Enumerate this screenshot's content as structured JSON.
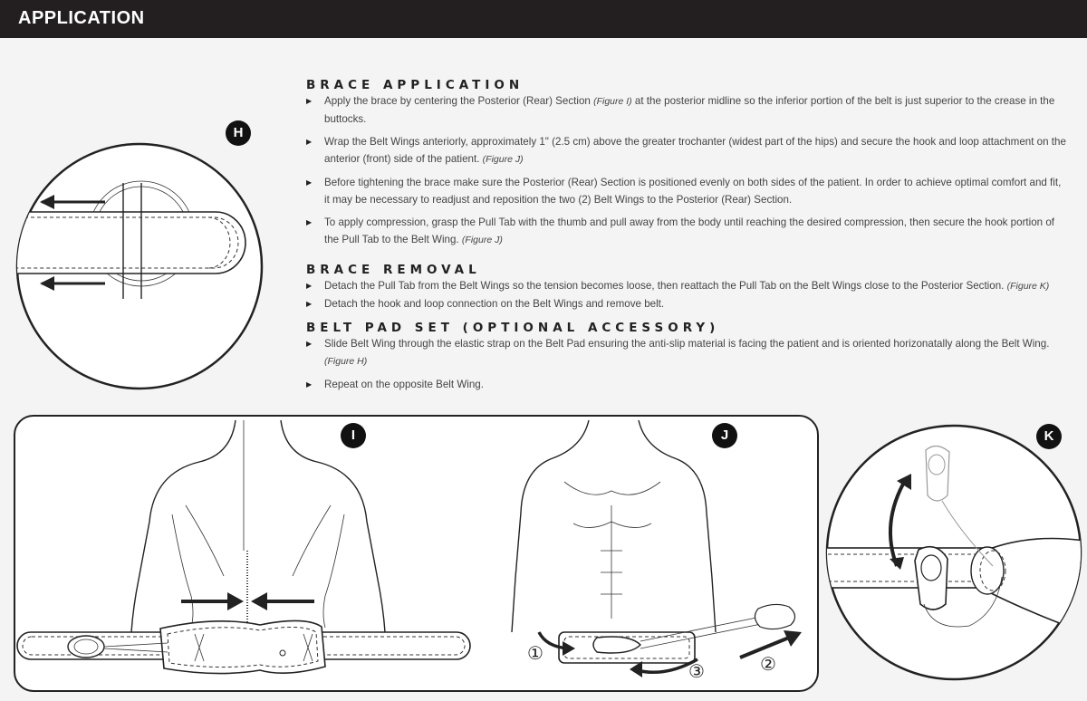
{
  "header": {
    "title": "APPLICATION"
  },
  "sections": {
    "application": {
      "heading": "BRACE APPLICATION",
      "items": [
        {
          "text": "Apply the brace by centering the Posterior (Rear) Section",
          "ref": "(Figure I)",
          "after": "at the posterior midline so the inferior portion of the belt is just superior to the crease in the buttocks."
        },
        {
          "text": "Wrap the Belt Wings anteriorly, approximately 1\" (2.5 cm) above the greater trochanter (widest part of the hips) and secure the hook and loop attachment on the anterior (front) side of the patient.",
          "ref": "(Figure J)"
        },
        {
          "text": "Before tightening the brace make sure the Posterior (Rear) Section is positioned evenly on both sides of the patient. In order to achieve optimal comfort and fit, it may be necessary to readjust and reposition the two (2) Belt Wings to the Posterior (Rear) Section."
        },
        {
          "text": "To apply compression, grasp the Pull Tab with the thumb and pull away from the body until reaching the desired compression, then secure the hook portion of the Pull Tab to the Belt Wing.",
          "ref": "(Figure J)"
        }
      ]
    },
    "removal": {
      "heading": "BRACE REMOVAL",
      "items": [
        {
          "text": "Detach the Pull Tab from the Belt Wings so the tension becomes loose, then reattach the Pull Tab on the Belt Wings close to the Posterior Section.",
          "ref": "(Figure K)"
        },
        {
          "text": "Detach the hook and loop connection on the Belt Wings and remove belt."
        }
      ]
    },
    "padset": {
      "heading": "BELT PAD SET (OPTIONAL ACCESSORY)",
      "items": [
        {
          "text": "Slide Belt Wing through the elastic strap on the Belt Pad ensuring the anti-slip material is facing the patient and is oriented horizonatally along the Belt Wing.",
          "ref": "(Figure H)"
        },
        {
          "text": "Repeat on the opposite Belt Wing."
        }
      ]
    }
  },
  "figures": {
    "h": {
      "label": "H"
    },
    "i": {
      "label": "I"
    },
    "j": {
      "label": "J",
      "steps": [
        "①",
        "②",
        "③"
      ]
    },
    "k": {
      "label": "K"
    }
  }
}
